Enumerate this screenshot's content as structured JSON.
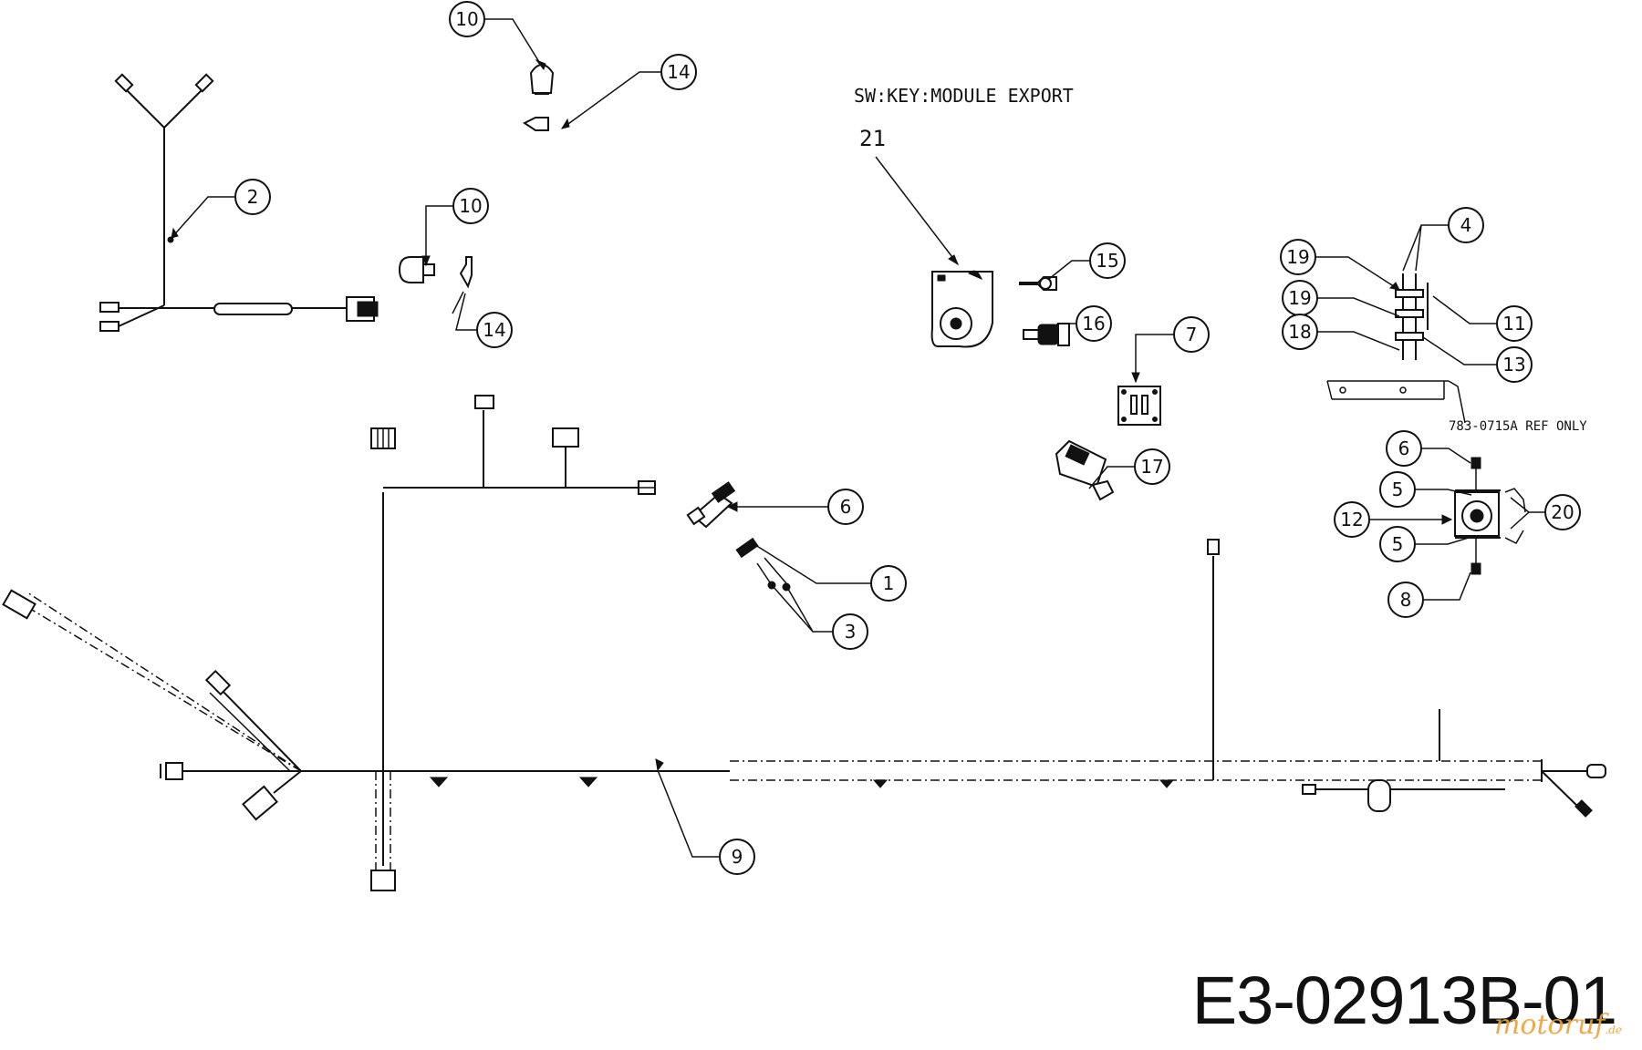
{
  "document_id": "E3-02913B-01",
  "watermark": {
    "brand": "motoruf",
    "suffix": ".de"
  },
  "annotations": {
    "module_title": "SW:KEY:MODULE EXPORT",
    "module_number": "21",
    "ref_note": "783-0715A REF ONLY"
  },
  "callouts": [
    "10",
    "14",
    "2",
    "10",
    "14",
    "15",
    "16",
    "7",
    "4",
    "19",
    "19",
    "18",
    "11",
    "13",
    "6",
    "5",
    "12",
    "5",
    "8",
    "20",
    "6",
    "1",
    "3",
    "17",
    "9"
  ]
}
